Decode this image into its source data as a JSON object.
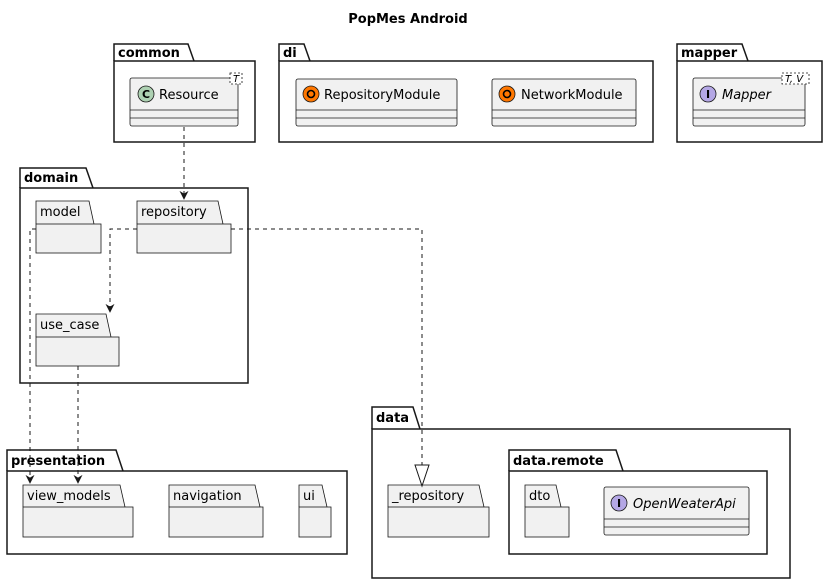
{
  "title": "PopMes Android",
  "packages": {
    "common": "common",
    "di": "di",
    "mapper": "mapper",
    "domain": "domain",
    "presentation": "presentation",
    "data": "data",
    "data_remote": "data.remote"
  },
  "classes": {
    "resource": {
      "name": "Resource",
      "stereo": "C",
      "type_params": "T"
    },
    "repository_module": {
      "name": "RepositoryModule",
      "stereo": "O"
    },
    "network_module": {
      "name": "NetworkModule",
      "stereo": "O"
    },
    "mapper": {
      "name": "Mapper",
      "stereo": "I",
      "type_params": "T, V"
    },
    "open_weather_api": {
      "name": "OpenWeaterApi",
      "stereo": "I"
    }
  },
  "subpackages": {
    "model": "model",
    "repository": "repository",
    "use_case": "use_case",
    "view_models": "view_models",
    "navigation": "navigation",
    "ui": "ui",
    "_repository": "_repository",
    "dto": "dto"
  },
  "colors": {
    "class_fill": "#f1f1f1",
    "class_circle": "#add1b2",
    "object_circle": "#ff7700",
    "interface_circle": "#b4a7e5",
    "line": "#181818"
  }
}
